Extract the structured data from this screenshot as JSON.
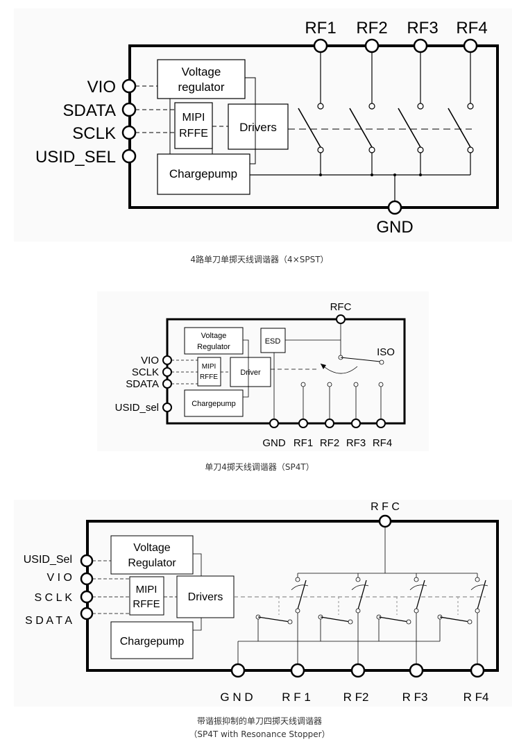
{
  "diagram1": {
    "rf_pins": [
      "RF1",
      "RF2",
      "RF3",
      "RF4"
    ],
    "control_pins": [
      "VIO",
      "SDATA",
      "SCLK",
      "USID_SEL"
    ],
    "gnd_label": "GND",
    "blocks": {
      "voltage_regulator": [
        "Voltage",
        "regulator"
      ],
      "mipi": [
        "MIPI",
        "RFFE"
      ],
      "drivers": "Drivers",
      "chargepump": "Chargepump"
    },
    "caption": "4路单刀单掷天线调谐器（4×SPST）"
  },
  "diagram2": {
    "rfc_label": "RFC",
    "iso_label": "ISO",
    "esd_label": "ESD",
    "control_pins": [
      "VIO",
      "SCLK",
      "SDATA",
      "USID_sel"
    ],
    "bottom_pins": [
      "GND",
      "RF1",
      "RF2",
      "RF3",
      "RF4"
    ],
    "blocks": {
      "voltage_regulator": [
        "Voltage",
        "Regulator"
      ],
      "mipi": [
        "MIPI",
        "RFFE"
      ],
      "driver": "Driver",
      "chargepump": "Chargepump"
    },
    "caption": "单刀4掷天线调谐器（SP4T）"
  },
  "diagram3": {
    "rfc_label": "R F C",
    "control_pins": [
      "USID_Sel",
      "V I O",
      "S C L K",
      "S D A T A"
    ],
    "bottom_pins": [
      "G N D",
      "R F 1",
      "R F2",
      "R F3",
      "R F4"
    ],
    "blocks": {
      "voltage_regulator": [
        "Voltage",
        "Regulator"
      ],
      "mipi": [
        "MIPI",
        "RFFE"
      ],
      "drivers": "Drivers",
      "chargepump": "Chargepump"
    },
    "caption_line1": "带谐振抑制的单刀四掷天线调谐器",
    "caption_line2": "（SP4T with Resonance Stopper）"
  }
}
